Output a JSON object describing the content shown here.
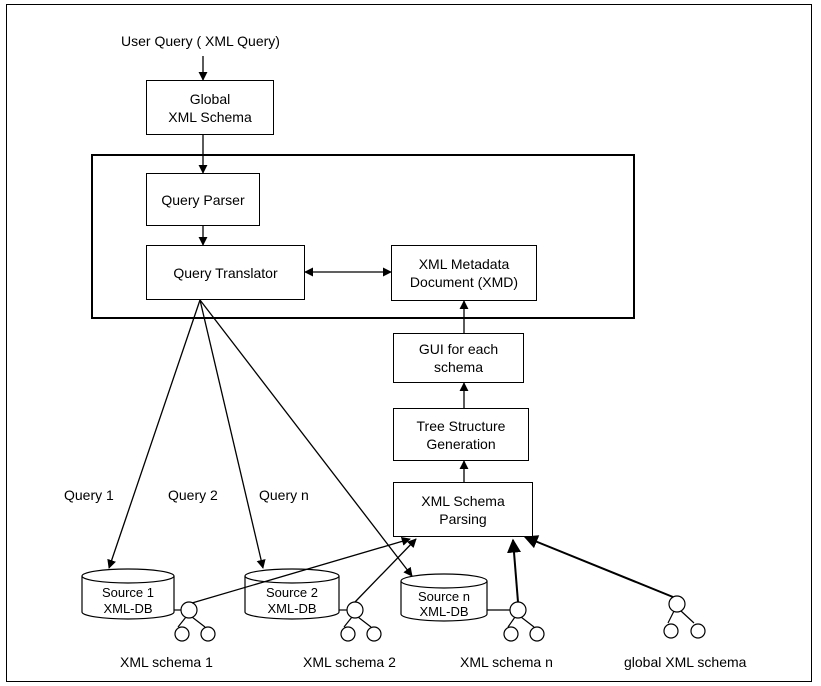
{
  "diagram": {
    "user_query": "User Query ( XML Query)",
    "global_schema_box": "Global\nXML Schema",
    "query_parser": "Query Parser",
    "query_translator": "Query Translator",
    "xmd_box": "XML Metadata\nDocument (XMD)",
    "gui_box": "GUI for each\nschema",
    "tree_box": "Tree Structure\nGeneration",
    "parsing_box": "XML Schema\nParsing",
    "queries": [
      "Query 1",
      "Query 2",
      "Query n"
    ],
    "sources": [
      {
        "name": "Source 1",
        "db": "XML-DB"
      },
      {
        "name": "Source 2",
        "db": "XML-DB"
      },
      {
        "name": "Source n",
        "db": "XML-DB"
      }
    ],
    "schemas": [
      "XML schema 1",
      "XML schema 2",
      "XML schema n",
      "global XML schema"
    ]
  }
}
